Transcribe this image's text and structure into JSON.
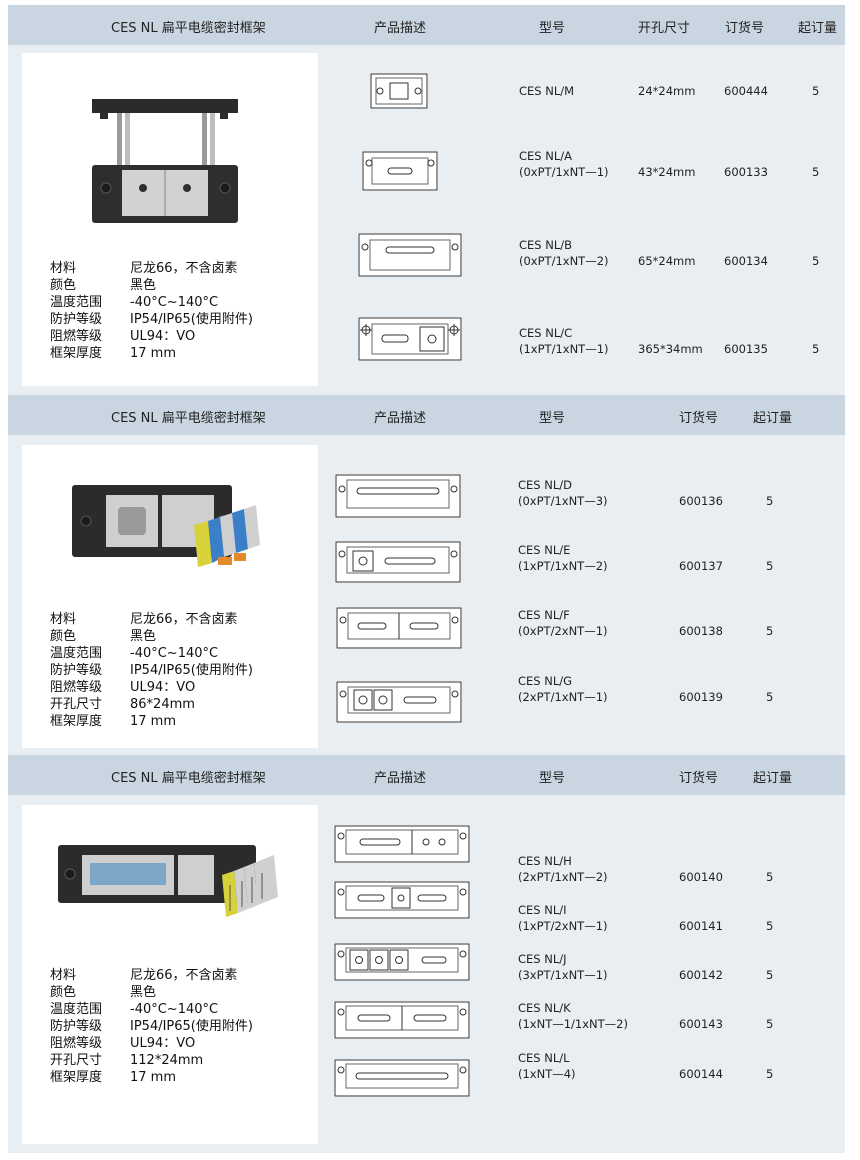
{
  "sections": [
    {
      "header": {
        "product": "CES NL 扁平电缆密封框架",
        "desc": "产品描述",
        "model": "型号",
        "cutout": "开孔尺寸",
        "order": "订货号",
        "moq": "起订量"
      },
      "specs": [
        {
          "k": "材料",
          "v": "尼龙66，不含卤素"
        },
        {
          "k": "颜色",
          "v": "黑色"
        },
        {
          "k": "温度范围",
          "v": "-40°C~140°C"
        },
        {
          "k": "防护等级",
          "v": "IP54/IP65(使用附件)"
        },
        {
          "k": "阻燃等级",
          "v": "UL94：VO"
        },
        {
          "k": "框架厚度",
          "v": "17 mm"
        }
      ],
      "rows": [
        {
          "model1": "CES  NL/M",
          "model2": "",
          "cutout": "24*24mm",
          "order": "600444",
          "moq": "5"
        },
        {
          "model1": "CES  NL/A",
          "model2": "(0xPT/1xNT—1)",
          "cutout": "43*24mm",
          "order": "600133",
          "moq": "5"
        },
        {
          "model1": "CES  NL/B",
          "model2": "(0xPT/1xNT—2)",
          "cutout": "65*24mm",
          "order": "600134",
          "moq": "5"
        },
        {
          "model1": "CES  NL/C",
          "model2": "(1xPT/1xNT—1)",
          "cutout": "365*34mm",
          "order": "600135",
          "moq": "5"
        }
      ]
    },
    {
      "header": {
        "product": "CES NL 扁平电缆密封框架",
        "desc": "产品描述",
        "model": "型号",
        "order": "订货号",
        "moq": "起订量"
      },
      "specs": [
        {
          "k": "材料",
          "v": "尼龙66，不含卤素"
        },
        {
          "k": "颜色",
          "v": "黑色"
        },
        {
          "k": "温度范围",
          "v": "-40°C~140°C"
        },
        {
          "k": "防护等级",
          "v": "IP54/IP65(使用附件)"
        },
        {
          "k": "阻燃等级",
          "v": "UL94：VO"
        },
        {
          "k": "开孔尺寸",
          "v": "86*24mm"
        },
        {
          "k": "框架厚度",
          "v": "17 mm"
        }
      ],
      "rows": [
        {
          "model1": "CES  NL/D",
          "model2": "(0xPT/1xNT—3)",
          "order": "600136",
          "moq": "5"
        },
        {
          "model1": "CES  NL/E",
          "model2": "(1xPT/1xNT—2)",
          "order": "600137",
          "moq": "5"
        },
        {
          "model1": "CES  NL/F",
          "model2": "(0xPT/2xNT—1)",
          "order": "600138",
          "moq": "5"
        },
        {
          "model1": "CES  NL/G",
          "model2": "(2xPT/1xNT—1)",
          "order": "600139",
          "moq": "5"
        }
      ]
    },
    {
      "header": {
        "product": "CES NL 扁平电缆密封框架",
        "desc": "产品描述",
        "model": "型号",
        "order": "订货号",
        "moq": "起订量"
      },
      "specs": [
        {
          "k": "材料",
          "v": "尼龙66，不含卤素"
        },
        {
          "k": "颜色",
          "v": "黑色"
        },
        {
          "k": "温度范围",
          "v": "-40°C~140°C"
        },
        {
          "k": "防护等级",
          "v": "IP54/IP65(使用附件)"
        },
        {
          "k": "阻燃等级",
          "v": "UL94：VO"
        },
        {
          "k": "开孔尺寸",
          "v": "112*24mm"
        },
        {
          "k": "框架厚度",
          "v": "17 mm"
        }
      ],
      "rows": [
        {
          "model1": "CES  NL/H",
          "model2": "(2xPT/1xNT—2)",
          "order": "600140",
          "moq": "5"
        },
        {
          "model1": "CES  NL/I",
          "model2": "(1xPT/2xNT—1)",
          "order": "600141",
          "moq": "5"
        },
        {
          "model1": "CES  NL/J",
          "model2": "(3xPT/1xNT—1)",
          "order": "600142",
          "moq": "5"
        },
        {
          "model1": "CES  NL/K",
          "model2": "(1xNT—1/1xNT—2)",
          "order": "600143",
          "moq": "5"
        },
        {
          "model1": "CES  NL/L",
          "model2": "(1xNT—4)",
          "order": "600144",
          "moq": "5"
        }
      ]
    }
  ],
  "colors": {
    "header_bg": "#c9d6e2",
    "band_bg": "#e9eef3",
    "frame_black": "#2b2b2b",
    "insert_gray": "#c8c8c8",
    "terminal_yellow": "#d8d23a",
    "terminal_blue": "#3a7fc8",
    "terminal_orange": "#e58a2a"
  }
}
